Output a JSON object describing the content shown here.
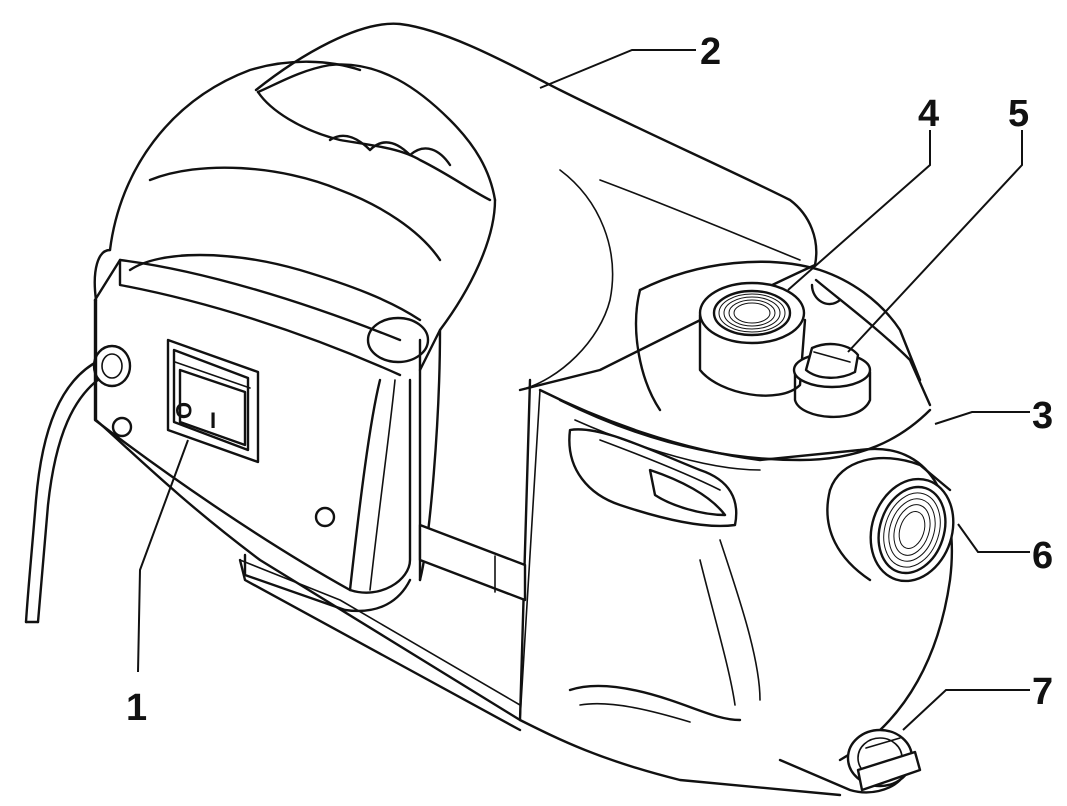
{
  "diagram": {
    "callouts": [
      {
        "id": "1",
        "label": "1"
      },
      {
        "id": "2",
        "label": "2"
      },
      {
        "id": "3",
        "label": "3"
      },
      {
        "id": "4",
        "label": "4"
      },
      {
        "id": "5",
        "label": "5"
      },
      {
        "id": "6",
        "label": "6"
      },
      {
        "id": "7",
        "label": "7"
      }
    ],
    "switch": {
      "off_symbol": "O",
      "on_symbol": "I"
    }
  }
}
